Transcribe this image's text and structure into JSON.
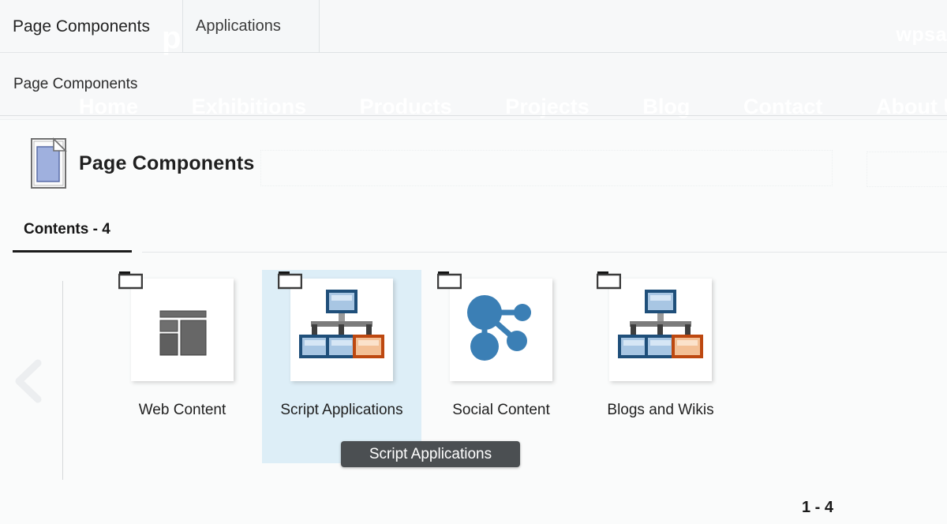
{
  "window": {
    "tabs": [
      {
        "label": "Page Components",
        "active": true
      },
      {
        "label": "Applications",
        "active": false
      }
    ]
  },
  "ghost": {
    "brand": "wpsa",
    "hero": "perience",
    "nav": [
      "Home",
      "Exhibitions",
      "Products",
      "Projects",
      "Blog",
      "Contact",
      "About Us"
    ]
  },
  "breadcrumb": {
    "text": "Page Components"
  },
  "header": {
    "title": "Page Components",
    "icon": "page-document-icon"
  },
  "subtab": {
    "label": "Contents - 4",
    "count": 4
  },
  "gallery": {
    "prev_arrow_icon": "chevron-left-icon",
    "items": [
      {
        "label": "Web Content",
        "icon": "web-layout-icon",
        "badge": "folder-icon",
        "selected": false
      },
      {
        "label": "Script Applications",
        "icon": "hierarchy-icon",
        "badge": "folder-icon",
        "selected": true
      },
      {
        "label": "Social Content",
        "icon": "share-nodes-icon",
        "badge": "folder-icon",
        "selected": false
      },
      {
        "label": "Blogs and Wikis",
        "icon": "hierarchy-icon",
        "badge": "folder-icon",
        "selected": false
      }
    ]
  },
  "tooltip": {
    "text": "Script Applications"
  },
  "pagination": {
    "range": "1 - 4"
  },
  "colors": {
    "selection": "#ddeef7",
    "tooltip_bg": "#4b4f52",
    "accent_blue": "#3b7fb5",
    "accent_orange": "#c0470f",
    "panel_bg": "#fafbfb"
  }
}
